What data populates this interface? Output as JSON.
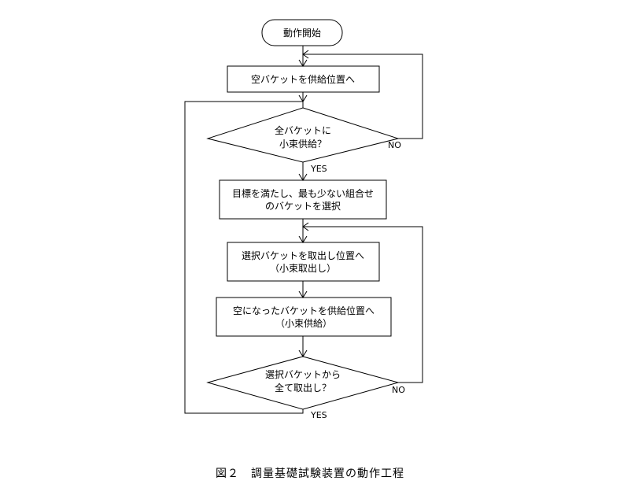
{
  "caption": "図２　調量基礎試験装置の動作工程",
  "nodes": {
    "start": [
      "動作開始"
    ],
    "move_empty": [
      "空バケットを供給位置へ"
    ],
    "check_all_supplied": [
      "全バケットに",
      "小束供給？"
    ],
    "select_buckets": [
      "目標を満たし、最も少ない組合せ",
      "のバケットを選択"
    ],
    "move_selected": [
      "選択バケットを取出し位置へ",
      "（小束取出し）"
    ],
    "move_emptied": [
      "空になったバケットを供給位置へ",
      "（小束供給）"
    ],
    "check_all_taken": [
      "選択バケットから",
      "全て取出し？"
    ]
  },
  "labels": {
    "yes": "YES",
    "no": "NO"
  }
}
